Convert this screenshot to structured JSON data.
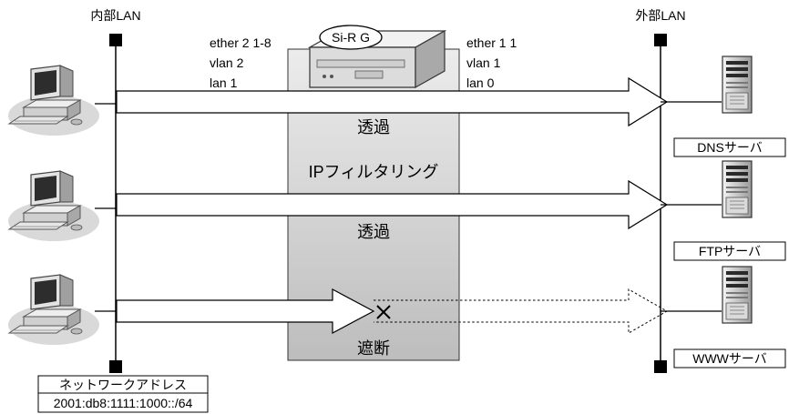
{
  "lans": {
    "inner": "内部LAN",
    "outer": "外部LAN"
  },
  "router": {
    "name": "Si-R G",
    "left_ports": [
      "ether 2 1-8",
      "vlan 2",
      "lan 1"
    ],
    "right_ports": [
      "ether 1 1",
      "vlan 1",
      "lan 0"
    ]
  },
  "filter": {
    "pass_label_1": "透過",
    "title": "IPフィルタリング",
    "pass_label_2": "透過",
    "block_label": "遮断"
  },
  "servers": [
    {
      "label": "DNSサーバ"
    },
    {
      "label": "FTPサーバ"
    },
    {
      "label": "WWWサーバ"
    }
  ],
  "network": {
    "title": "ネットワークアドレス",
    "address": "2001:db8:1111:1000::/64"
  }
}
